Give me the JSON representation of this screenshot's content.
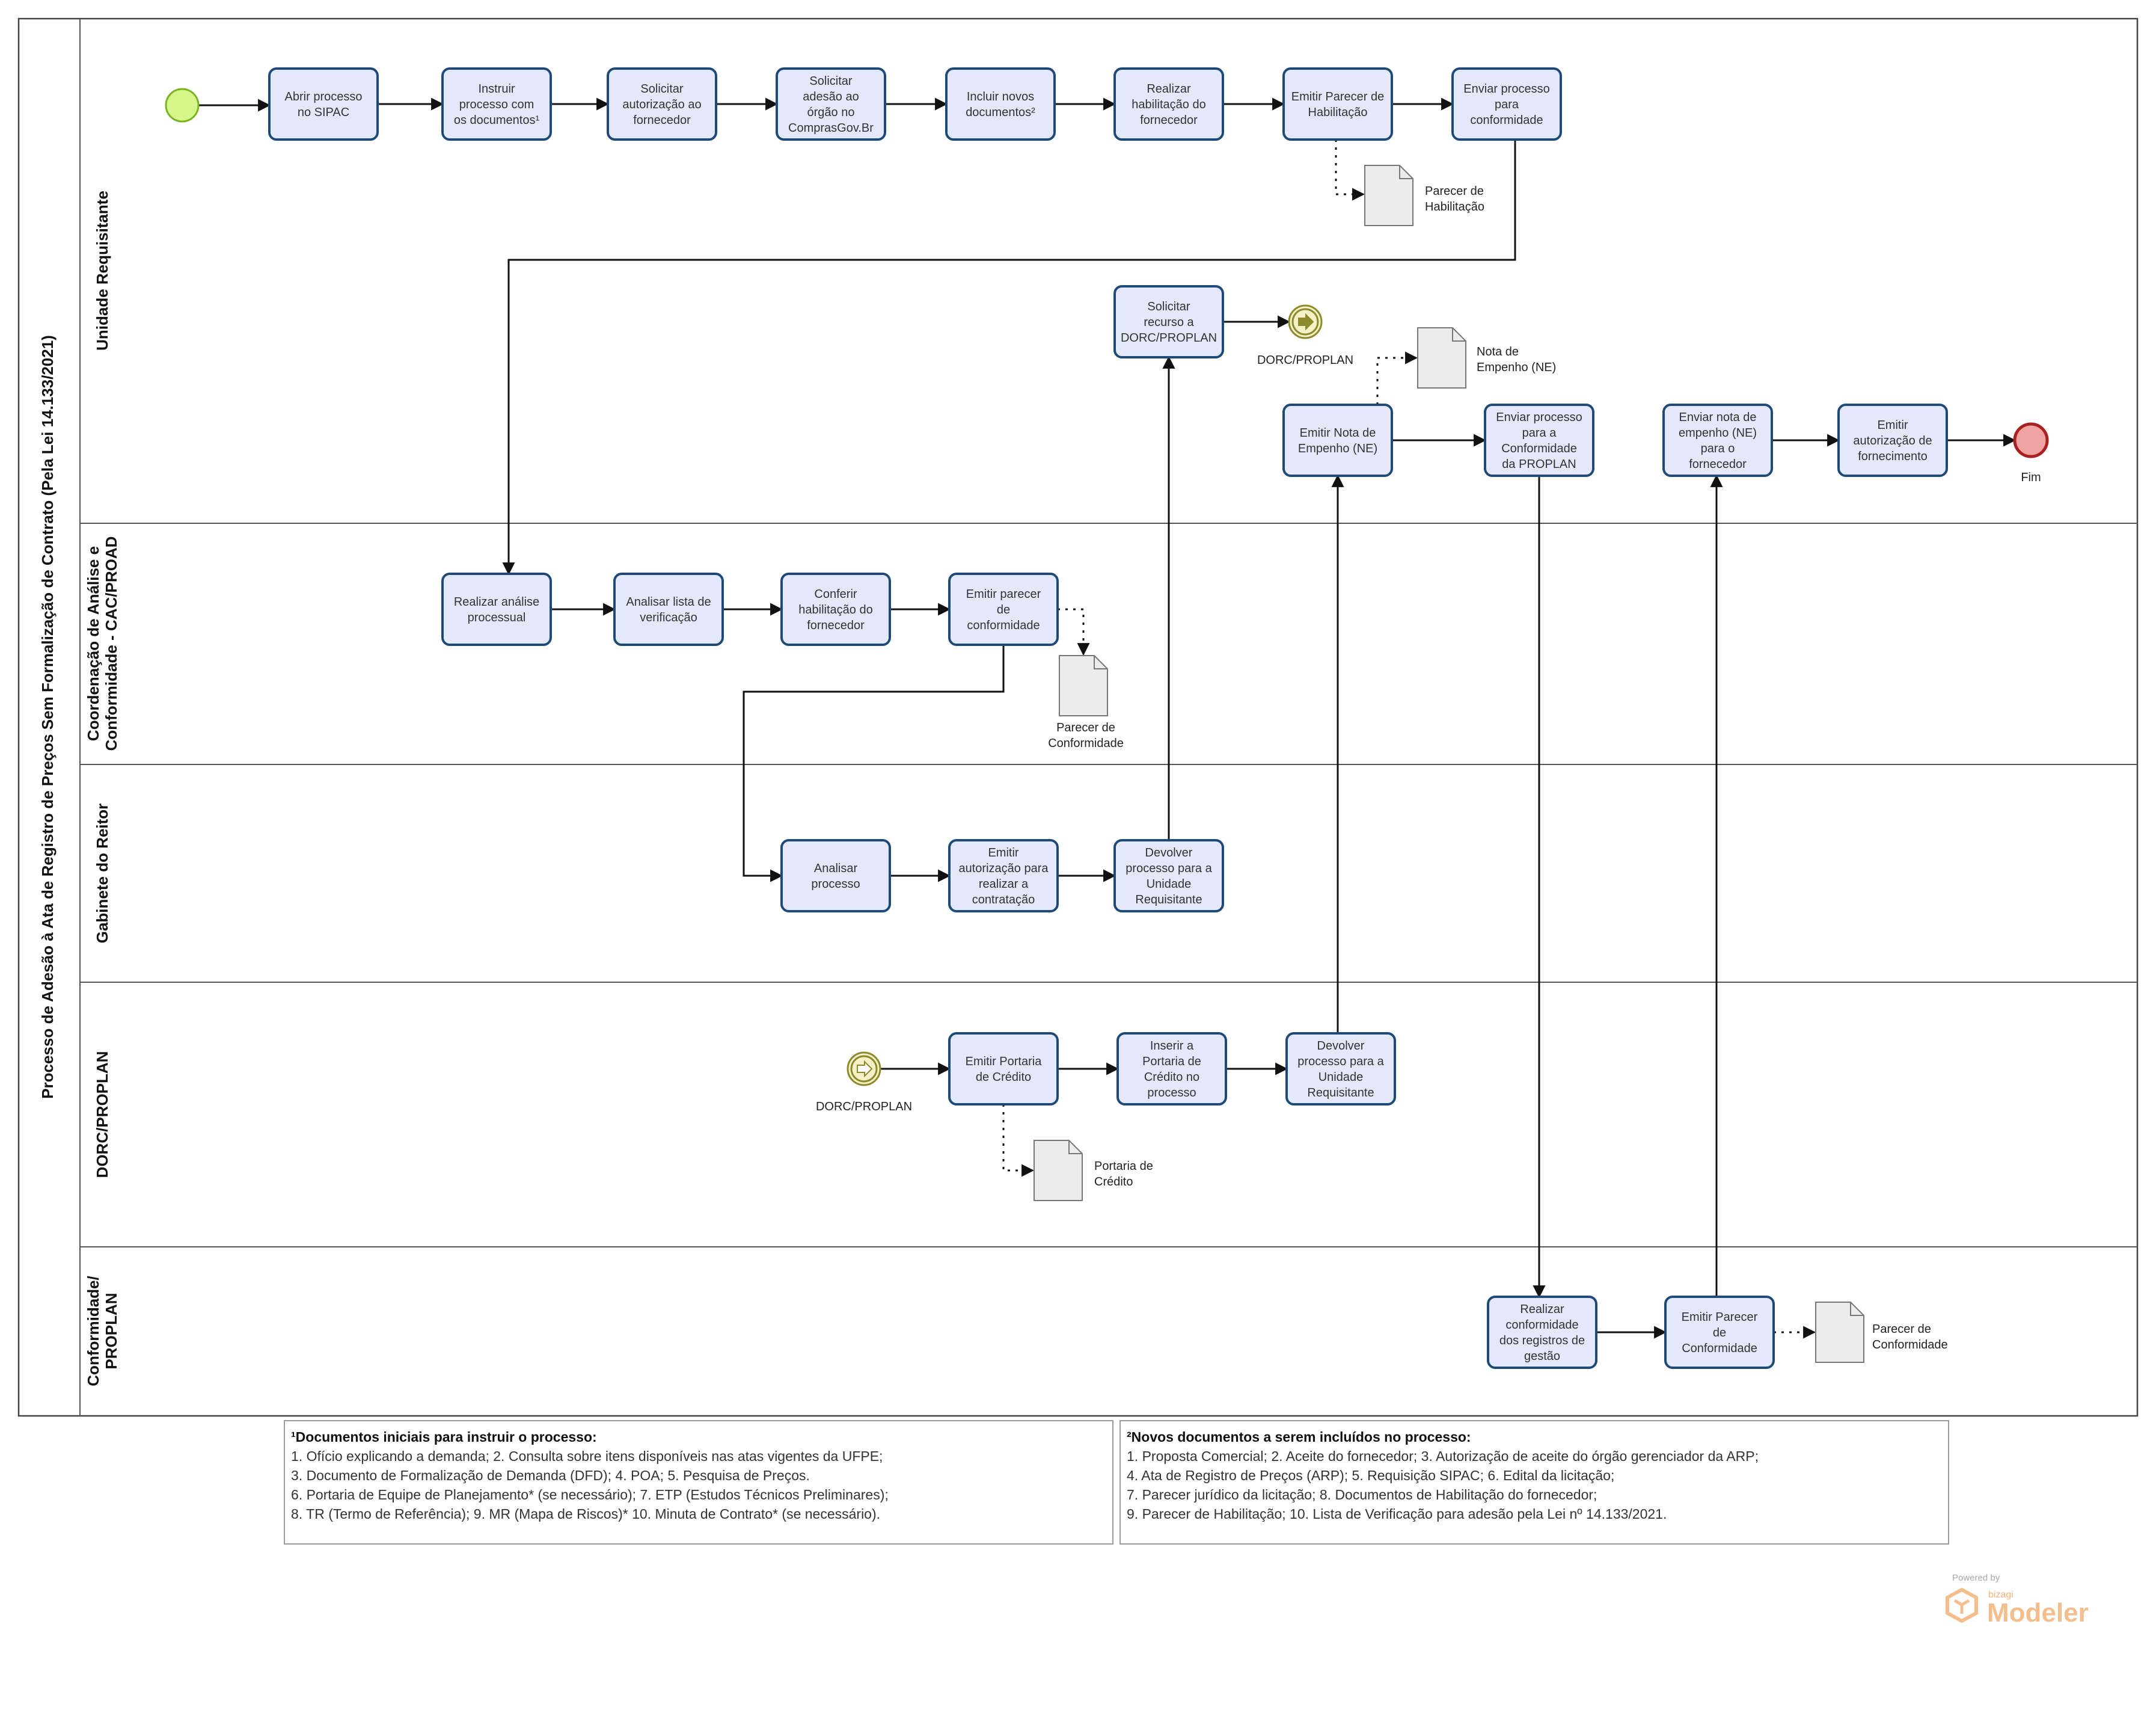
{
  "pool": {
    "title": "Processo de Adesão à Ata de Registro de Preços Sem Formalização de Contrato (Pela Lei 14.133/2021)"
  },
  "lanes": [
    {
      "id": "ur",
      "label_lines": [
        "Unidade Requisitante"
      ]
    },
    {
      "id": "cac",
      "label_lines": [
        "Coordenação de Análise e",
        "Conformidade - CAC/PROAD"
      ]
    },
    {
      "id": "gr",
      "label_lines": [
        "Gabinete do Reitor"
      ]
    },
    {
      "id": "dorc",
      "label_lines": [
        "DORC/PROPLAN"
      ]
    },
    {
      "id": "conf",
      "label_lines": [
        "Conformidade/",
        "PROPLAN"
      ]
    }
  ],
  "tasks": [
    {
      "id": "t1",
      "lines": [
        "Abrir processo",
        "no SIPAC"
      ]
    },
    {
      "id": "t2",
      "lines": [
        "Instruir",
        "processo com",
        "os documentos¹"
      ]
    },
    {
      "id": "t3",
      "lines": [
        "Solicitar",
        "autorização ao",
        "fornecedor"
      ]
    },
    {
      "id": "t4",
      "lines": [
        "Solicitar",
        "adesão ao",
        "órgão no",
        "ComprasGov.Br"
      ]
    },
    {
      "id": "t5",
      "lines": [
        "Incluir novos",
        "documentos²"
      ]
    },
    {
      "id": "t6",
      "lines": [
        "Realizar",
        "habilitação do",
        "fornecedor"
      ]
    },
    {
      "id": "t7",
      "lines": [
        "Emitir Parecer de",
        "Habilitação"
      ]
    },
    {
      "id": "t8",
      "lines": [
        "Enviar processo",
        "para",
        "conformidade"
      ]
    },
    {
      "id": "t9",
      "lines": [
        "Solicitar",
        "recurso a",
        "DORC/PROPLAN"
      ]
    },
    {
      "id": "t10",
      "lines": [
        "Emitir Nota de",
        "Empenho (NE)"
      ]
    },
    {
      "id": "t11",
      "lines": [
        "Enviar processo",
        "para a",
        "Conformidade",
        "da PROPLAN"
      ]
    },
    {
      "id": "t12",
      "lines": [
        "Enviar nota de",
        "empenho (NE)",
        "para o",
        "fornecedor"
      ]
    },
    {
      "id": "t13",
      "lines": [
        "Emitir",
        "autorização de",
        "fornecimento"
      ]
    },
    {
      "id": "t14",
      "lines": [
        "Realizar análise",
        "processual"
      ]
    },
    {
      "id": "t15",
      "lines": [
        "Analisar lista de",
        "verificação"
      ]
    },
    {
      "id": "t16",
      "lines": [
        "Conferir",
        "habilitação do",
        "fornecedor"
      ]
    },
    {
      "id": "t17",
      "lines": [
        "Emitir parecer",
        "de",
        "conformidade"
      ]
    },
    {
      "id": "t18",
      "lines": [
        "Analisar",
        "processo"
      ]
    },
    {
      "id": "t19",
      "lines": [
        "Emitir",
        "autorização para",
        "realizar a",
        "contratação"
      ]
    },
    {
      "id": "t20",
      "lines": [
        "Devolver",
        "processo para a",
        "Unidade",
        "Requisitante"
      ]
    },
    {
      "id": "t21",
      "lines": [
        "Emitir Portaria",
        "de Crédito"
      ]
    },
    {
      "id": "t22",
      "lines": [
        "Inserir a",
        "Portaria de",
        "Crédito no",
        "processo"
      ]
    },
    {
      "id": "t23",
      "lines": [
        "Devolver",
        "processo para a",
        "Unidade",
        "Requisitante"
      ]
    },
    {
      "id": "t24",
      "lines": [
        "Realizar",
        "conformidade",
        "dos registros de",
        "gestão"
      ]
    },
    {
      "id": "t25",
      "lines": [
        "Emitir Parecer",
        "de",
        "Conformidade"
      ]
    }
  ],
  "documents": [
    {
      "id": "d1",
      "lines": [
        "Parecer de",
        "Habilitação"
      ]
    },
    {
      "id": "d2",
      "lines": [
        "Nota de",
        "Empenho (NE)"
      ]
    },
    {
      "id": "d3",
      "lines": [
        "Parecer de",
        "Conformidade"
      ]
    },
    {
      "id": "d4",
      "lines": [
        "Portaria de",
        "Crédito"
      ]
    },
    {
      "id": "d5",
      "lines": [
        "Parecer de",
        "Conformidade"
      ]
    }
  ],
  "events": [
    {
      "id": "start",
      "type": "start",
      "label": ""
    },
    {
      "id": "msg_end",
      "type": "message-end",
      "label": "DORC/PROPLAN"
    },
    {
      "id": "msg_start",
      "type": "message-start",
      "label": "DORC/PROPLAN"
    },
    {
      "id": "end",
      "type": "end",
      "label": "Fim"
    }
  ],
  "notes": {
    "left": {
      "title": "¹Documentos iniciais para instruir o processo:",
      "lines": [
        "1. Ofício explicando a demanda; 2. Consulta sobre itens disponíveis nas atas vigentes da UFPE;",
        "3. Documento de Formalização de Demanda (DFD); 4. POA; 5. Pesquisa de Preços.",
        "6. Portaria de Equipe de Planejamento* (se necessário); 7. ETP (Estudos Técnicos Preliminares);",
        "8. TR (Termo de Referência); 9. MR (Mapa de Riscos)* 10. Minuta de Contrato* (se necessário)."
      ]
    },
    "right": {
      "title": "²Novos documentos a serem incluídos no processo:",
      "lines": [
        "1. Proposta Comercial; 2. Aceite do fornecedor; 3. Autorização de aceite do órgão gerenciador da ARP;",
        "4. Ata de Registro de Preços (ARP); 5. Requisição SIPAC; 6. Edital da licitação;",
        "7. Parecer jurídico da licitação; 8. Documentos de Habilitação do fornecedor;",
        "9. Parecer de Habilitação; 10. Lista de Verificação para adesão pela Lei nº 14.133/2021."
      ]
    }
  },
  "watermark": {
    "powered_by": "Powered by",
    "brand": "bizagi",
    "product": "Modeler"
  },
  "colors": {
    "task_fill": "#e3e8fb",
    "task_stroke": "#1f4a78",
    "start_fill": "#d6f58a",
    "start_stroke": "#7ab320",
    "end_fill": "#f0a3a3",
    "end_stroke": "#a82020",
    "message_fill": "#f4f1c6",
    "message_stroke": "#8c8a2a"
  }
}
